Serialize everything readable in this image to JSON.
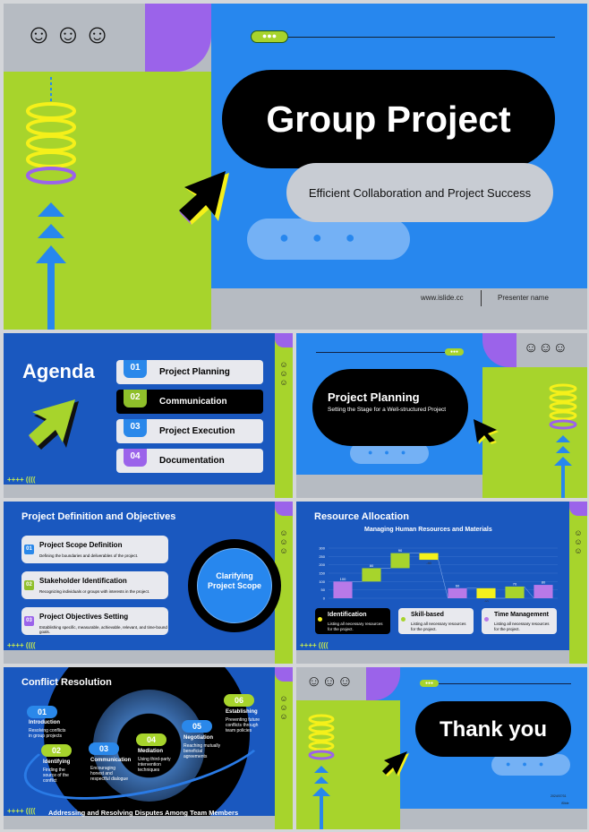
{
  "colors": {
    "blue": "#2787ee",
    "dark_blue": "#1a58bf",
    "lime": "#a7d42c",
    "purple": "#9b63ea",
    "yellow": "#f5f01a",
    "gray": "#b6bbc2",
    "black": "#000000"
  },
  "icons": [
    "smiley-face-icon",
    "wink-face-icon",
    "cursor-arrow-icon",
    "spring-coil-icon",
    "up-arrow-icon",
    "dots-pill-icon"
  ],
  "cover": {
    "title": "Group Project",
    "subtitle": "Efficient Collaboration and Project Success",
    "website": "www.islide.cc",
    "presenter": "Presenter name"
  },
  "agenda": {
    "title": "Agenda",
    "items": [
      {
        "num": "01",
        "label": "Project Planning"
      },
      {
        "num": "02",
        "label": "Communication"
      },
      {
        "num": "03",
        "label": "Project Execution"
      },
      {
        "num": "04",
        "label": "Documentation"
      }
    ]
  },
  "section": {
    "title": "Project Planning",
    "subtitle": "Setting the Stage for a Well-structured Project"
  },
  "definition": {
    "title": "Project Definition and Objectives",
    "circle_text": "Clarifying Project Scope",
    "items": [
      {
        "num": "01",
        "title": "Project Scope Definition",
        "desc": "Defining the boundaries and deliverables of the project."
      },
      {
        "num": "02",
        "title": "Stakeholder Identification",
        "desc": "Recognizing individuals or groups with interests in the project."
      },
      {
        "num": "03",
        "title": "Project Objectives Setting",
        "desc": "Establishing specific, measurable, achievable, relevant, and time-bound goals."
      }
    ]
  },
  "resource": {
    "title": "Resource Allocation",
    "chart_title": "Managing Human Resources and Materials",
    "cards": [
      {
        "title": "Identification",
        "desc": "Listing all necessary resources for the project."
      },
      {
        "title": "Skill-based",
        "desc": "Listing all necessary resources for the project."
      },
      {
        "title": "Time Management",
        "desc": "Listing all necessary resources for the project."
      }
    ]
  },
  "chart_data": {
    "type": "bar",
    "subtype": "waterfall",
    "title": "Managing Human Resources and Materials",
    "ylim": [
      0,
      300
    ],
    "yticks": [
      "0",
      "50",
      "100",
      "150",
      "200",
      "250",
      "300"
    ],
    "grid": true,
    "bars": [
      {
        "label": "100",
        "start": 0,
        "end": 100,
        "color": "#b879e8"
      },
      {
        "label": "80",
        "start": 100,
        "end": 180,
        "color": "#a7d42c"
      },
      {
        "label": "90",
        "start": 180,
        "end": 270,
        "color": "#a7d42c"
      },
      {
        "label": "-40",
        "start": 270,
        "end": 230,
        "color": "#f5f01a"
      },
      {
        "label": "60",
        "start": 0,
        "end": 60,
        "color": "#b879e8"
      },
      {
        "label": "-60",
        "start": 60,
        "end": 0,
        "color": "#f5f01a"
      },
      {
        "label": "70",
        "start": 0,
        "end": 70,
        "color": "#a7d42c"
      },
      {
        "label": "80",
        "start": 0,
        "end": 80,
        "color": "#b879e8"
      }
    ]
  },
  "conflict": {
    "title": "Conflict Resolution",
    "footer": "Addressing and Resolving Disputes Among Team Members",
    "steps": [
      {
        "num": "01",
        "title": "Introduction",
        "desc": "Resolving conflicts in group projects"
      },
      {
        "num": "02",
        "title": "Identifying",
        "desc": "Finding the source of the conflict"
      },
      {
        "num": "03",
        "title": "Communication",
        "desc": "Encouraging honest and respectful dialogue"
      },
      {
        "num": "04",
        "title": "Mediation",
        "desc": "Using third-party intervention techniques"
      },
      {
        "num": "05",
        "title": "Negotiation",
        "desc": "Reaching mutually beneficial agreements"
      },
      {
        "num": "06",
        "title": "Establishing",
        "desc": "Preventing future conflicts through team policies"
      }
    ]
  },
  "thanks": {
    "title": "Thank you",
    "date": "2024/07/31",
    "brand": "iSlide"
  }
}
